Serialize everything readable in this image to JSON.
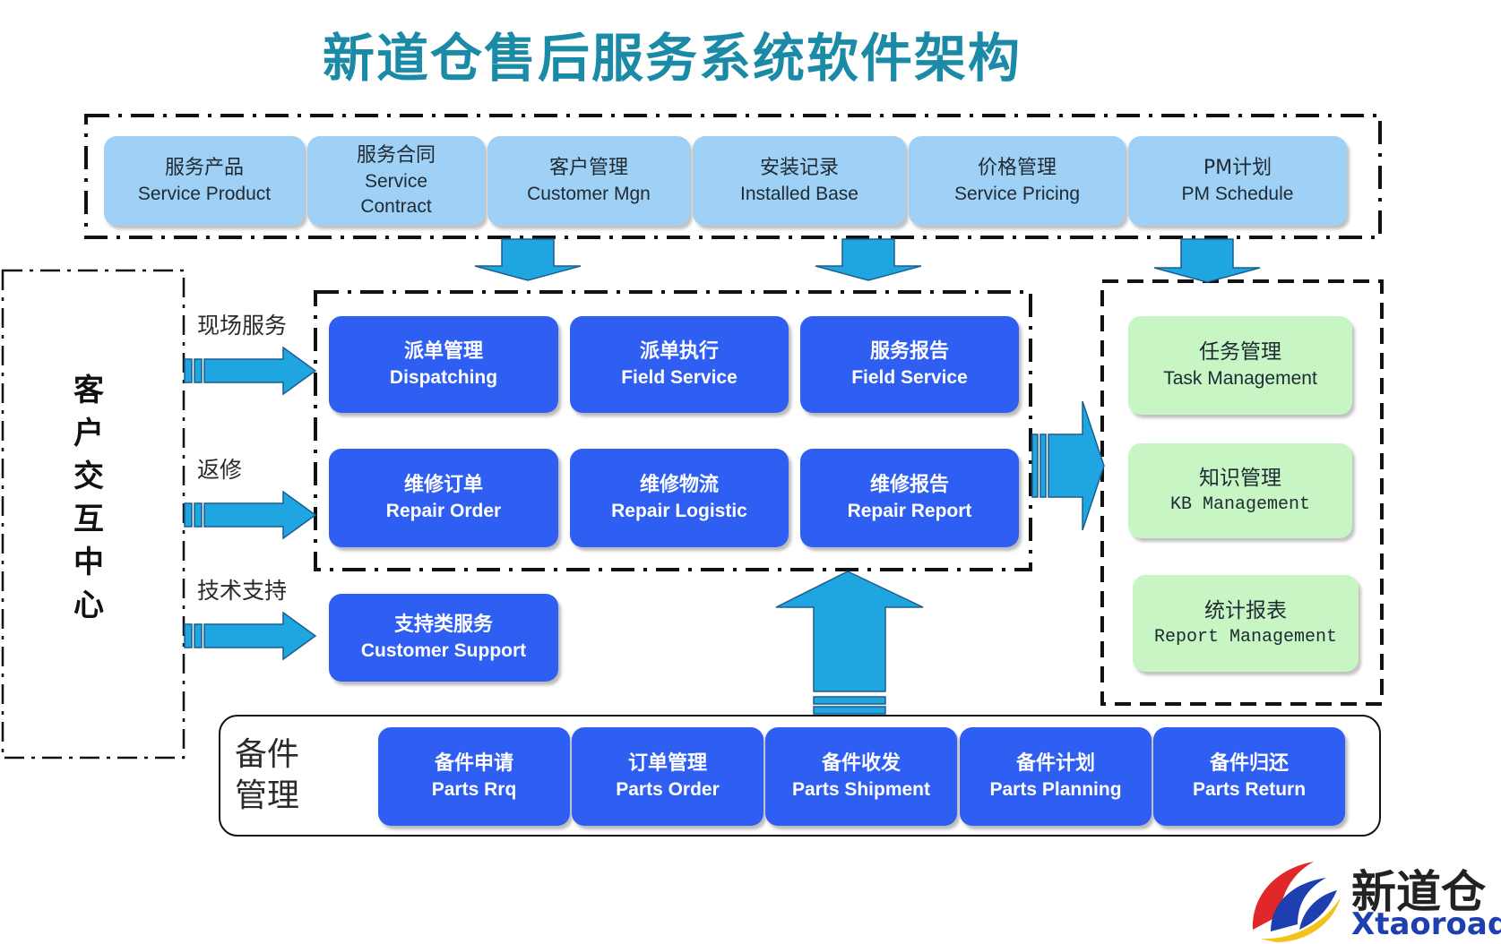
{
  "title": "新道仓售后服务系统软件架构",
  "top_row": [
    {
      "zh": "服务产品",
      "en": "Service Product"
    },
    {
      "zh": "服务合同",
      "en": "Service Contract"
    },
    {
      "zh": "客户管理",
      "en": "Customer Mgn"
    },
    {
      "zh": "安装记录",
      "en": "Installed Base"
    },
    {
      "zh": "价格管理",
      "en": "Service Pricing"
    },
    {
      "zh": "PM计划",
      "en": "PM Schedule"
    }
  ],
  "customer_center": {
    "label": "客户交互中心",
    "chars": [
      "客",
      "户",
      "交",
      "互",
      "中",
      "心"
    ]
  },
  "channels": [
    "现场服务",
    "返修",
    "技术支持"
  ],
  "service_boxes": [
    {
      "zh": "派单管理",
      "en": "Dispatching"
    },
    {
      "zh": "派单执行",
      "en": "Field Service"
    },
    {
      "zh": "服务报告",
      "en": "Field Service"
    },
    {
      "zh": "维修订单",
      "en": "Repair Order"
    },
    {
      "zh": "维修物流",
      "en": "Repair Logistic"
    },
    {
      "zh": "维修报告",
      "en": "Repair Report"
    }
  ],
  "support_box": {
    "zh": "支持类服务",
    "en": "Customer Support"
  },
  "right_boxes": [
    {
      "zh": "任务管理",
      "en": "Task Management"
    },
    {
      "zh": "知识管理",
      "en": "KB Management"
    },
    {
      "zh": "统计报表",
      "en": "Report Management"
    }
  ],
  "spares": {
    "label_line1": "备件",
    "label_line2": "管理",
    "items": [
      {
        "zh": "备件申请",
        "en": "Parts Rrq"
      },
      {
        "zh": "订单管理",
        "en": "Parts Order"
      },
      {
        "zh": "备件收发",
        "en": "Parts Shipment"
      },
      {
        "zh": "备件计划",
        "en": "Parts Planning"
      },
      {
        "zh": "备件归还",
        "en": "Parts Return"
      }
    ]
  },
  "logo": {
    "zh": "新道仓",
    "en": "Xtaoroad"
  },
  "colors": {
    "title": "#1a8aa6",
    "top_box": "#9fd0f5",
    "blue_box": "#2f5ff2",
    "green_box": "#c7f5c4",
    "arrow": "#1fa6e0",
    "logo_red": "#e0272a",
    "logo_blue": "#1d3fb0",
    "logo_yellow": "#f4c21a"
  }
}
